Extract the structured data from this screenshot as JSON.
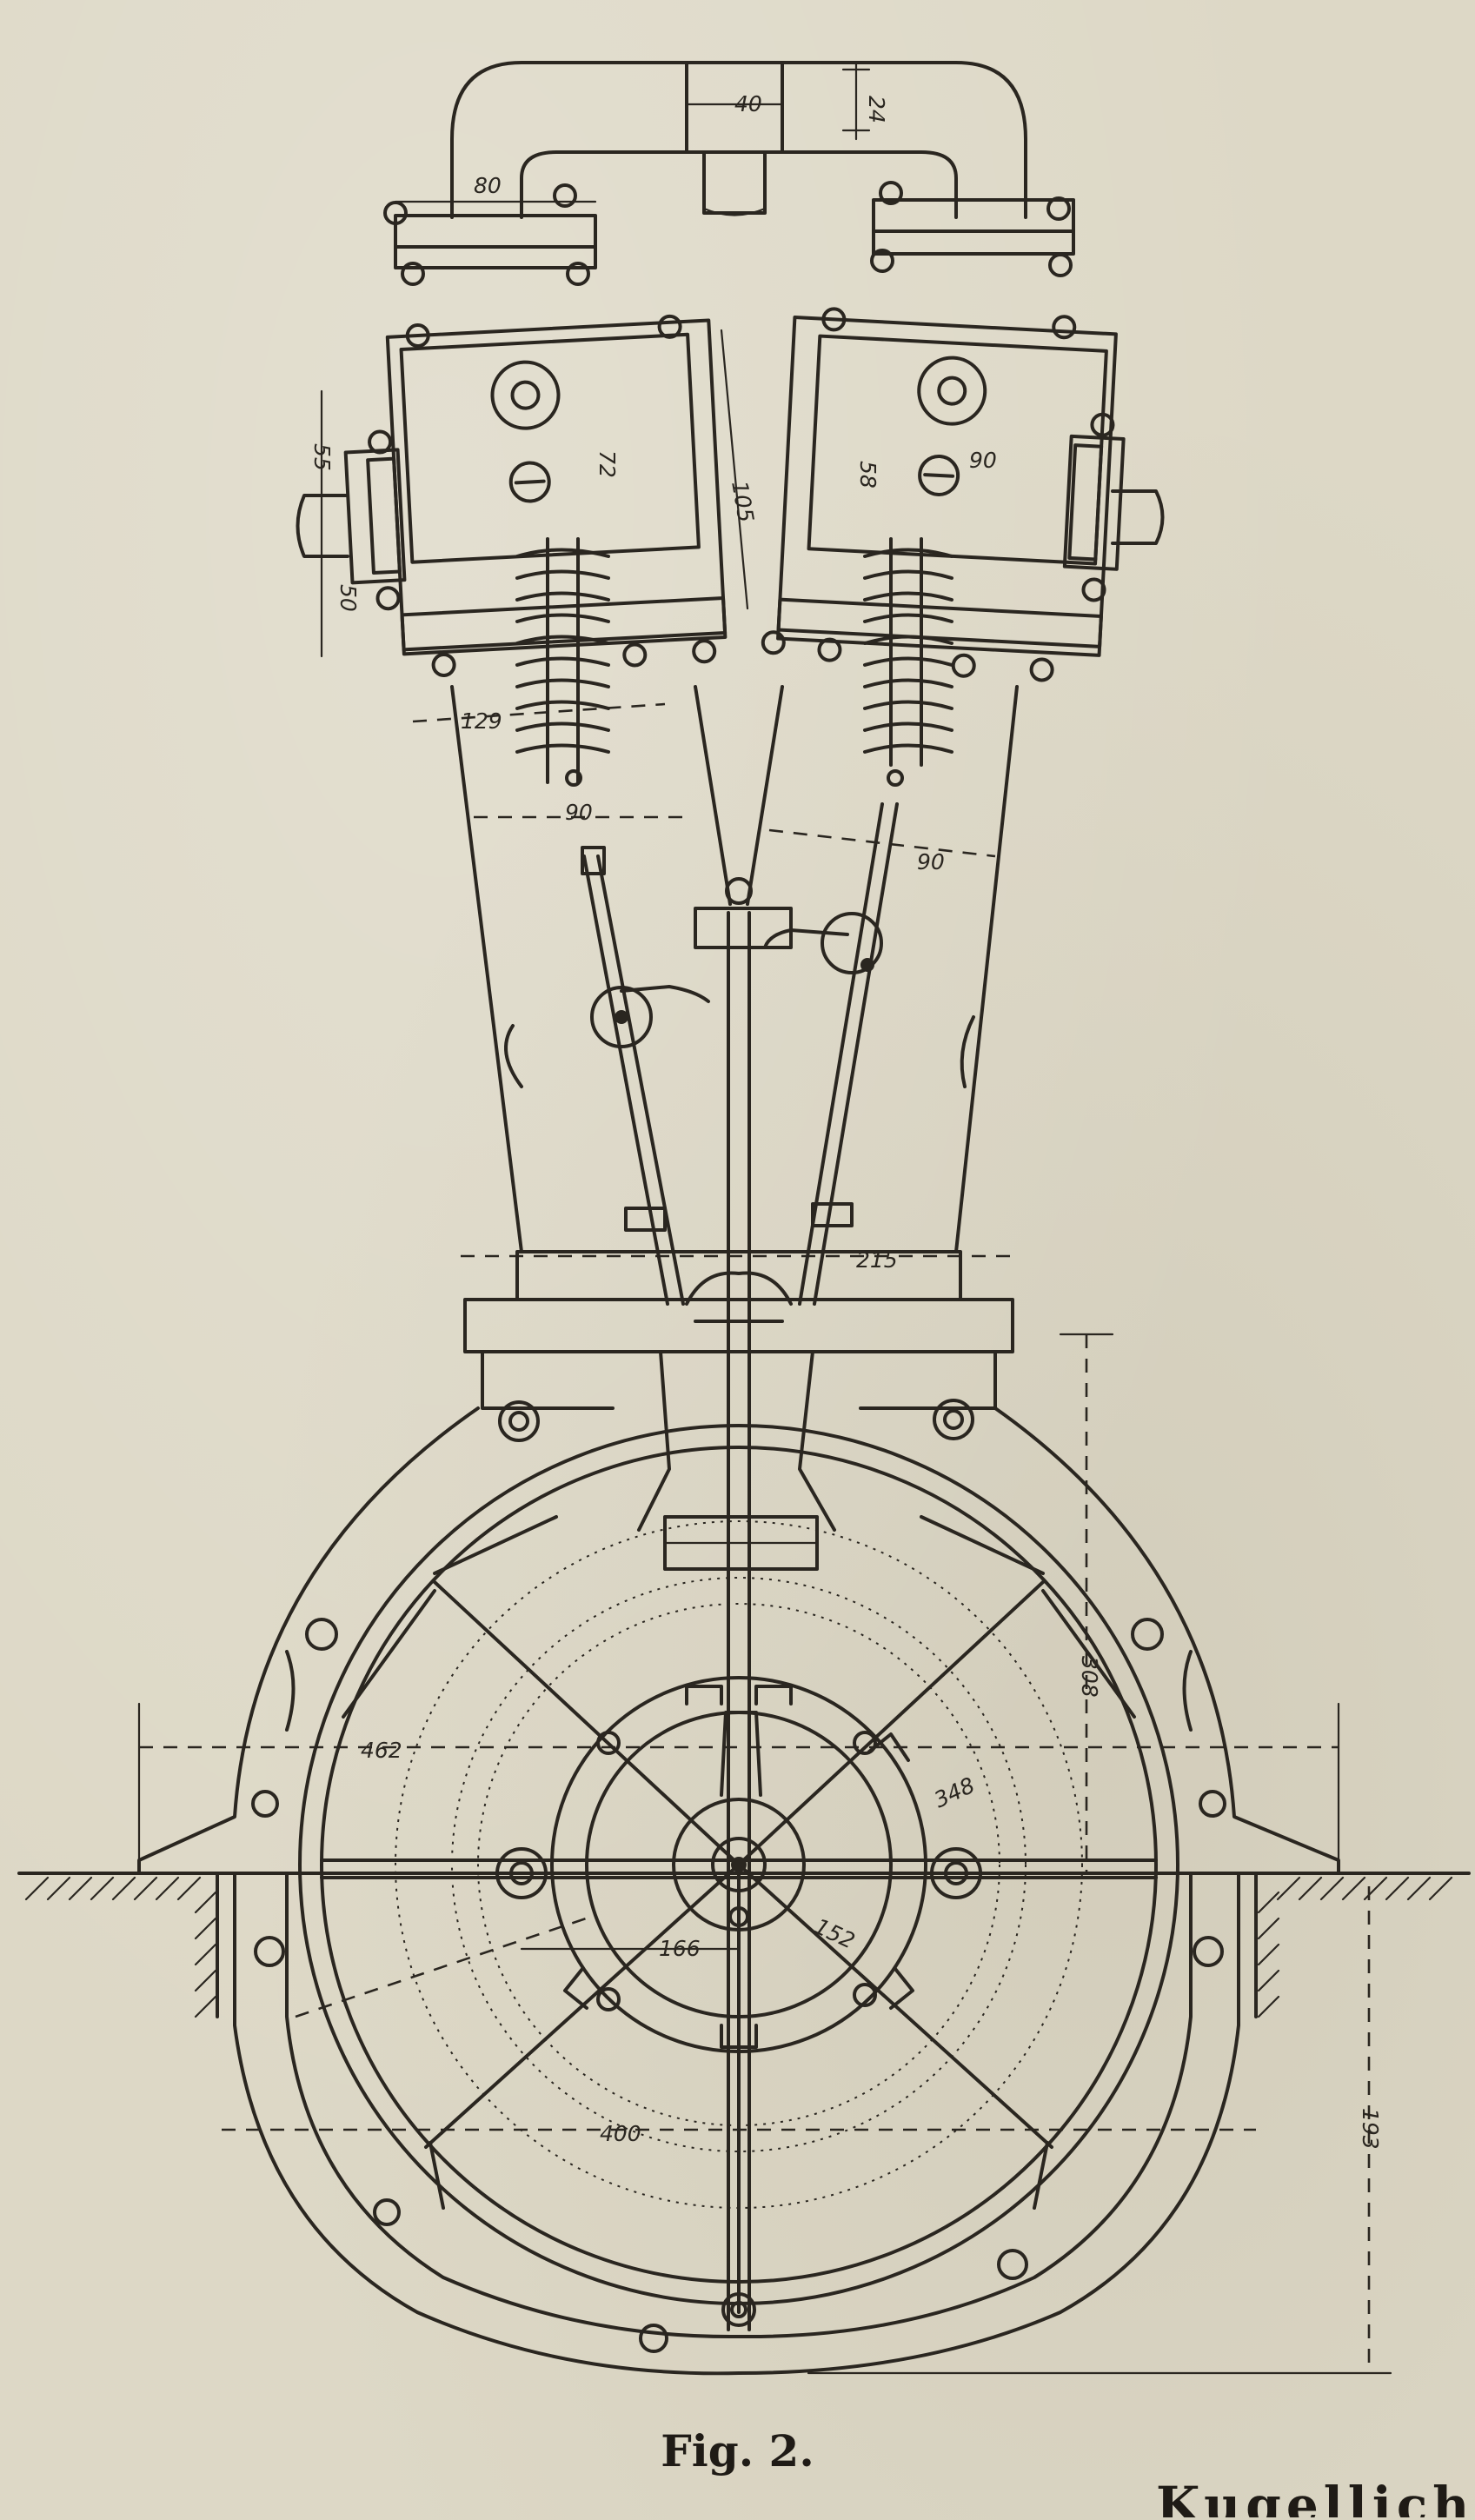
{
  "figure": {
    "caption": "Fig. 2.",
    "cut_text": "Kugellicht-F",
    "dimensions": {
      "pipe_width": "40",
      "pipe_height": "24",
      "flange_width": "80",
      "head_height_left": "55",
      "head_height_left_lower": "50",
      "valve_left": "72",
      "valve_right": "58",
      "head_width_right": "90",
      "slant": "105",
      "spring_width": "129",
      "cylinder_left": "90",
      "cylinder_right": "90",
      "base_width": "215",
      "total_width": "462",
      "flywheel_height": "308",
      "gear_dia": "348",
      "hub_dia": "166",
      "hub_small": "152",
      "lower_width": "400",
      "lower_height": "193"
    }
  }
}
